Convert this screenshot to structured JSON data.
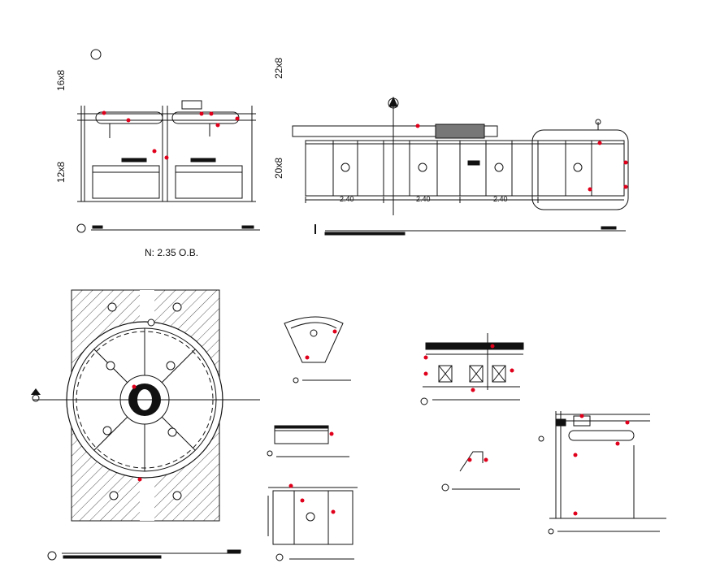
{
  "labels": {
    "dim_16x8": "16x8",
    "dim_12x8": "12x8",
    "dim_22x8": "22x8",
    "dim_20x8": "20x8",
    "level_note": "N: 2.35 O.B.",
    "span_1": "2.40",
    "span_2": "2.40",
    "span_3": "2.40"
  },
  "colors": {
    "line": "#111111",
    "annotation": "#e0001b",
    "hatch": "#555555"
  }
}
